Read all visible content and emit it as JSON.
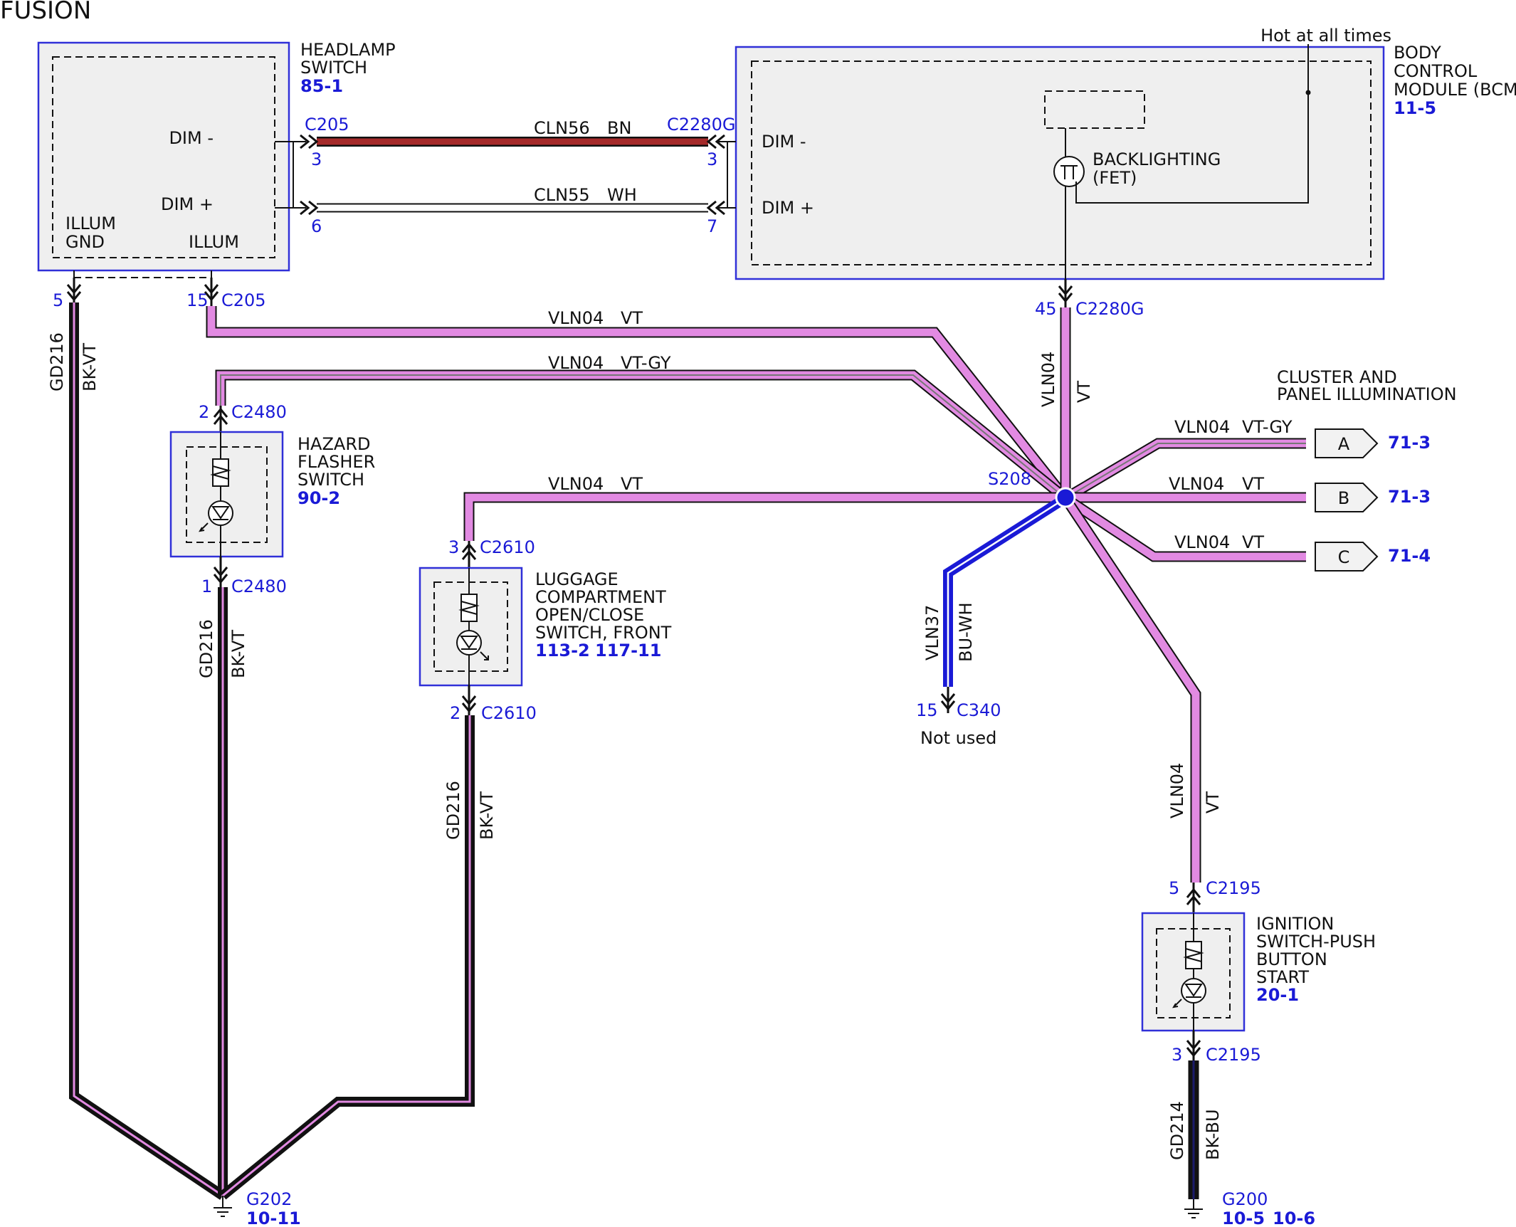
{
  "title": "FUSION",
  "components": {
    "headlamp": {
      "name_lines": [
        "HEADLAMP",
        "SWITCH"
      ],
      "ref": "85-1",
      "pin_labels": [
        "DIM -",
        "DIM +",
        "ILLUM",
        "GND",
        "ILLUM"
      ]
    },
    "bcm": {
      "name_lines": [
        "BODY",
        "CONTROL",
        "MODULE (BCM)"
      ],
      "ref": "11-5",
      "pin_labels": [
        "DIM -",
        "DIM +"
      ],
      "hot_label": "Hot at all times",
      "backlight_lines": [
        "BACKLIGHTING",
        "(FET)"
      ]
    },
    "hazard": {
      "name_lines": [
        "HAZARD",
        "FLASHER",
        "SWITCH"
      ],
      "ref": "90-2"
    },
    "luggage": {
      "name_lines": [
        "LUGGAGE",
        "COMPARTMENT",
        "OPEN/CLOSE",
        "SWITCH, FRONT"
      ],
      "refs": [
        "113-2",
        "117-11"
      ]
    },
    "ignition": {
      "name_lines": [
        "IGNITION",
        "SWITCH-PUSH",
        "BUTTON",
        "START"
      ],
      "ref": "20-1"
    },
    "cluster": {
      "name_lines": [
        "CLUSTER AND",
        "PANEL ILLUMINATION"
      ]
    }
  },
  "connectors": {
    "c205_a": "C205",
    "c205_a_pin1": "3",
    "c205_a_pin2": "6",
    "c2280g_a": "C2280G",
    "c2280g_a_pin1": "3",
    "c2280g_a_pin2": "7",
    "c205_b_pin1": "5",
    "c205_b_pin2": "15",
    "c205_b": "C205",
    "c2280g_b_pin": "45",
    "c2280g_b": "C2280G",
    "c2480_top_pin": "2",
    "c2480_top": "C2480",
    "c2480_bot_pin": "1",
    "c2480_bot": "C2480",
    "c2610_top_pin": "3",
    "c2610_top": "C2610",
    "c2610_bot_pin": "2",
    "c2610_bot": "C2610",
    "c340_pin": "15",
    "c340": "C340",
    "not_used": "Not used",
    "c2195_top_pin": "5",
    "c2195_top": "C2195",
    "c2195_bot_pin": "3",
    "c2195_bot": "C2195",
    "s208": "S208"
  },
  "wires": {
    "cln56": {
      "circuit": "CLN56",
      "color": "BN"
    },
    "cln55": {
      "circuit": "CLN55",
      "color": "WH"
    },
    "vln04_vt": {
      "circuit": "VLN04",
      "color": "VT"
    },
    "vln04_vtgy": {
      "circuit": "VLN04",
      "color": "VT-GY"
    },
    "vln37": {
      "circuit": "VLN37",
      "color": "BU-WH"
    },
    "gd216": {
      "circuit": "GD216",
      "color": "BK-VT"
    },
    "gd214": {
      "circuit": "GD214",
      "color": "BK-BU"
    }
  },
  "offpage": [
    {
      "letter": "A",
      "ref": "71-3"
    },
    {
      "letter": "B",
      "ref": "71-3"
    },
    {
      "letter": "C",
      "ref": "71-4"
    }
  ],
  "grounds": {
    "g202": {
      "name": "G202",
      "ref": "10-11"
    },
    "g200": {
      "name": "G200",
      "refs": [
        "10-5",
        "10-6"
      ]
    }
  },
  "colors": {
    "violet": "#e28ae2",
    "brown": "#a52a2a",
    "blue": "#1a1ad6",
    "black": "#111111",
    "component_border": "#3030d8"
  }
}
